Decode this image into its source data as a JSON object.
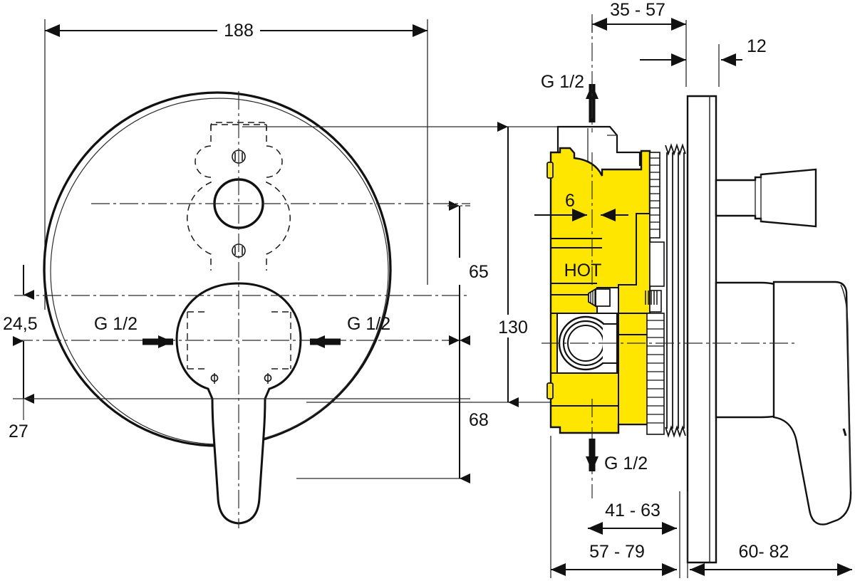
{
  "drawing": {
    "title": "Concealed single-lever bath/shower mixer installation drawing",
    "units": "mm",
    "views": [
      {
        "name": "front-view",
        "description": "Round escutcheon plate with lever handle and diverter"
      },
      {
        "name": "side-section-view",
        "description": "Sectional side view with yellow concealed body and wall plate"
      }
    ],
    "colors": {
      "body_fill": "#FFE600",
      "line": "#1a1a1a",
      "paper": "#ffffff",
      "thin_line": "#2b2b2b"
    }
  },
  "dimensions": {
    "overall_width": "188",
    "lever_centre_to_diverter": "65",
    "total_height": "130",
    "bottom_offset": "68",
    "top_offset": "24,5",
    "lower_offset": "27",
    "wall_to_body_min_max": "35 - 57",
    "plate_thickness": "12",
    "body_wall_6": "6",
    "rough_in_depth": "41 - 63",
    "total_depth_left": "57 - 79",
    "projection_right": "60- 82"
  },
  "labels": {
    "inlet_top": "G 1/2",
    "inlet_left": "G 1/2",
    "inlet_right": "G 1/2",
    "outlet_bottom": "G 1/2",
    "hot_marking": "HOT"
  }
}
